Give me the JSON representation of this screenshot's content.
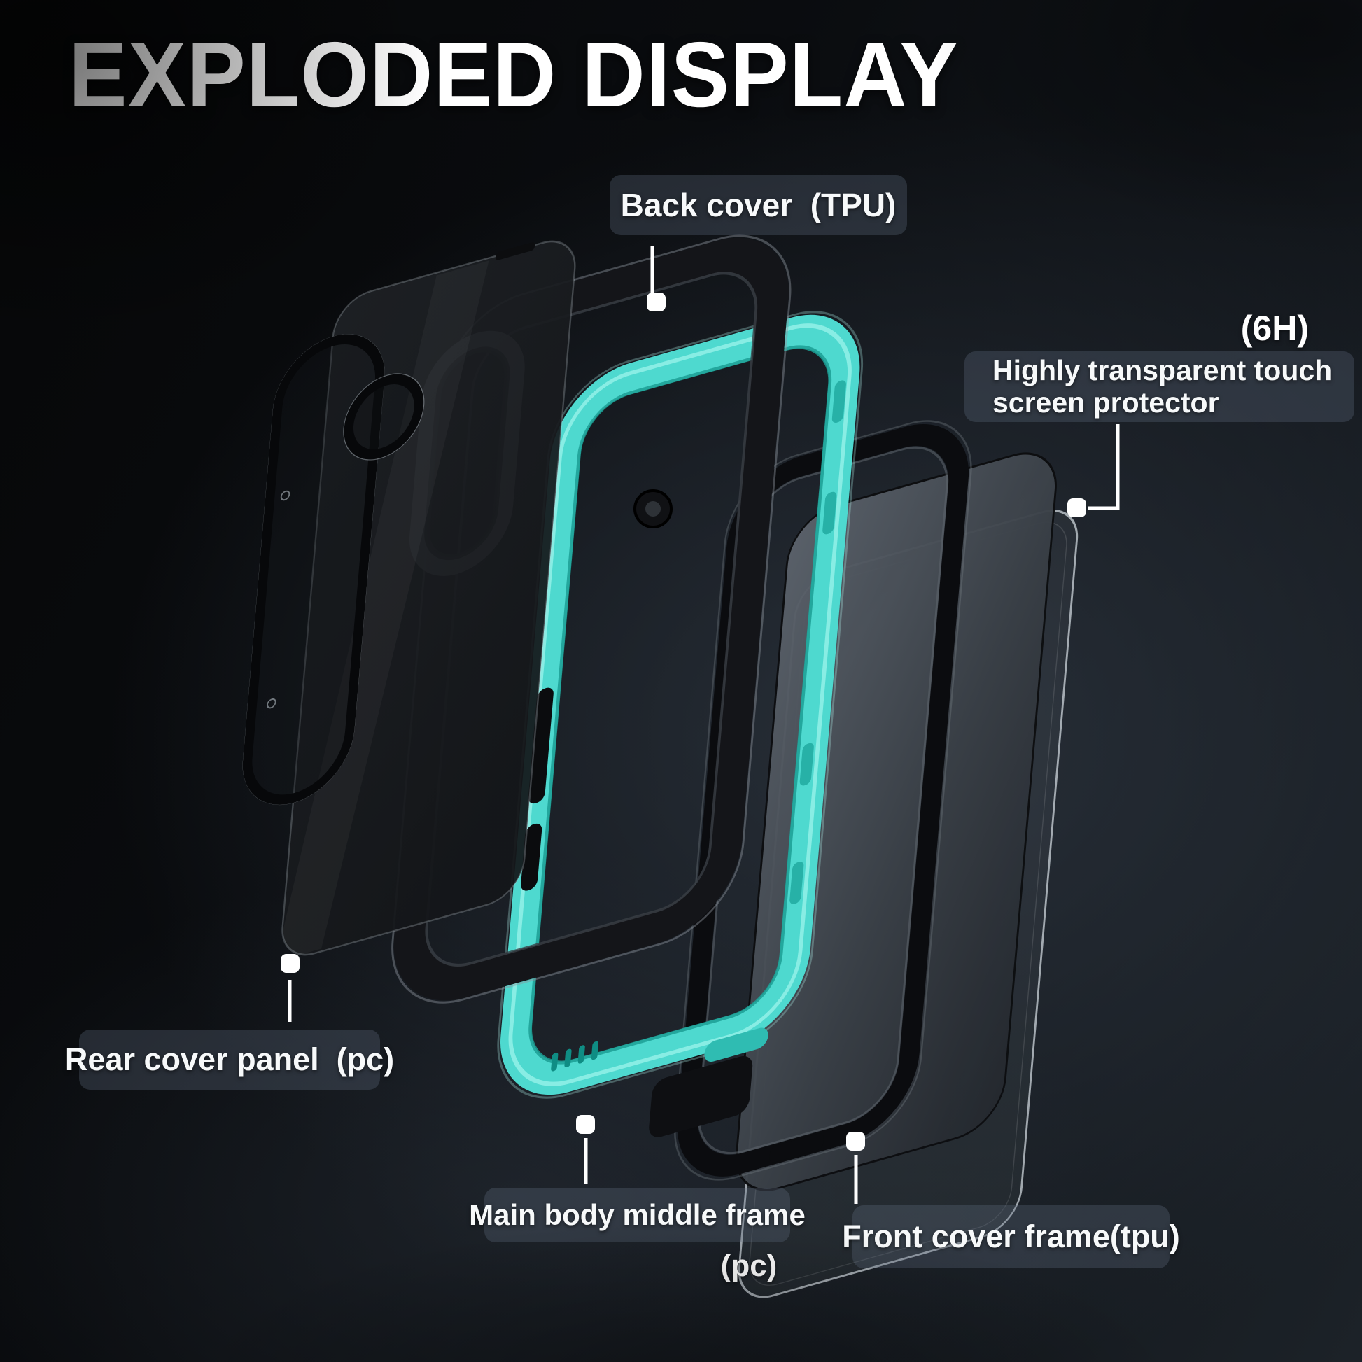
{
  "title": "EXPLODED DISPLAY",
  "labels": {
    "back_cover": {
      "text": "Back cover  (TPU)"
    },
    "hardness": {
      "text": "(6H)"
    },
    "screen_protector": {
      "line1": "Highly transparent touch",
      "line2": "screen protector"
    },
    "rear_panel": {
      "text": "Rear cover panel  (pc)"
    },
    "middle_frame": {
      "text": "Main body middle frame",
      "suffix": "(pc)"
    },
    "front_frame": {
      "text": "Front cover frame(tpu)"
    }
  },
  "colors": {
    "teal": "#4ed9cf",
    "teal_light": "#8feee5",
    "teal_dark": "#1c9d94",
    "frame_black": "#141519",
    "marker": "#ffffff",
    "label_bg": "rgba(98,114,131,0.30)",
    "text": "#ffffff",
    "background_dark": "#060708",
    "background_light": "#2c343e"
  }
}
